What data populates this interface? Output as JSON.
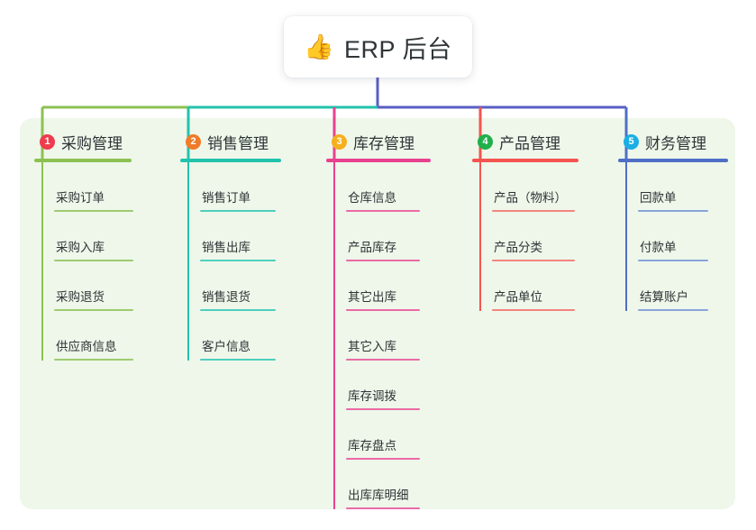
{
  "root": {
    "icon": "thumbs-up-icon",
    "icon_glyph": "👍",
    "title": "ERP 后台"
  },
  "colors": {
    "page_background": "#ffffff",
    "card_background": "#eef7ea",
    "root_card": "#ffffff",
    "text": "#2f3437",
    "bus_left": "#8cc152",
    "bus_mid": "#22c3ac",
    "bus_right": "#5a5fc4"
  },
  "branches": [
    {
      "number": "1",
      "title": "采购管理",
      "badge_color": "#ef3b4e",
      "line_color": "#8cc152",
      "leaf_line_color": "#9ecb6f",
      "leaves": [
        "采购订单",
        "采购入库",
        "采购退货",
        "供应商信息"
      ]
    },
    {
      "number": "2",
      "title": "销售管理",
      "badge_color": "#f07b29",
      "line_color": "#22c3ac",
      "leaf_line_color": "#4ecfbe",
      "leaves": [
        "销售订单",
        "销售出库",
        "销售退货",
        "客户信息"
      ]
    },
    {
      "number": "3",
      "title": "库存管理",
      "badge_color": "#f5b01e",
      "line_color": "#e8418f",
      "leaf_line_color": "#ea6aa6",
      "leaves": [
        "仓库信息",
        "产品库存",
        "其它出库",
        "其它入库",
        "库存调拨",
        "库存盘点",
        "出库库明细"
      ]
    },
    {
      "number": "4",
      "title": "产品管理",
      "badge_color": "#20b04b",
      "line_color": "#f4544f",
      "leaf_line_color": "#f4847f",
      "leaves": [
        "产品（物料）",
        "产品分类",
        "产品单位"
      ]
    },
    {
      "number": "5",
      "title": "财务管理",
      "badge_color": "#1caee4",
      "line_color": "#4f6fc6",
      "leaf_line_color": "#8aa4db",
      "leaves": [
        "回款单",
        "付款单",
        "结算账户"
      ]
    }
  ]
}
